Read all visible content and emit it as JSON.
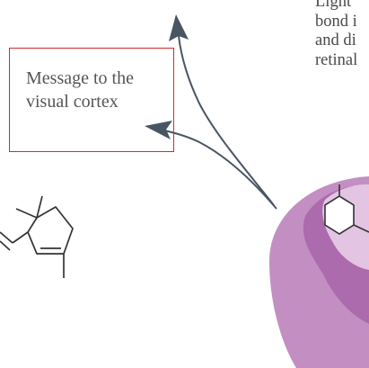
{
  "caption": {
    "lines": [
      "Light",
      "bond i",
      "and di",
      "retinal"
    ]
  },
  "message_box": {
    "lines": [
      "Message to the",
      "visual cortex"
    ]
  },
  "colors": {
    "box_border": "#d42a2a",
    "arrow": "#4a5563",
    "protein_outer": "#c38fc3",
    "protein_inner": "#a865a8",
    "protein_light": "#e3c4e3",
    "molecule": "#333333",
    "text": "#555555"
  }
}
